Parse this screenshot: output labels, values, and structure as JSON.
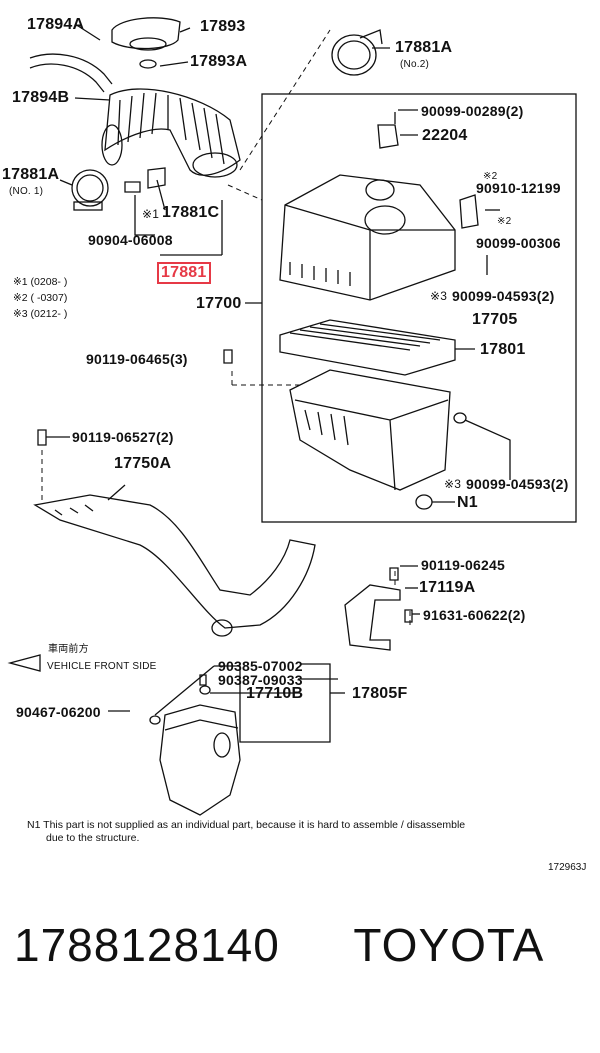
{
  "labels": {
    "p17894A": "17894A",
    "p17893": "17893",
    "p17893A": "17893A",
    "p17894B": "17894B",
    "p17881A_top": "17881A",
    "p17881A_top_sub": "(No.2)",
    "p17881A_left": "17881A",
    "p17881A_left_sub": "(NO. 1)",
    "p17881C": "17881C",
    "p17881C_mark": "※1",
    "p90904": "90904-06008",
    "p17881": "17881",
    "p90099_289": "90099-00289(2)",
    "p22204": "22204",
    "p90910_mark": "※2",
    "p90910": "90910-12199",
    "p90099_306": "90099-00306",
    "p90099_306_mark": "※2",
    "p17700": "17700",
    "p90099_4593a": "90099-04593(2)",
    "p90099_4593a_mark": "※3",
    "p17705": "17705",
    "p17801": "17801",
    "p90119_6465": "90119-06465(3)",
    "p90119_6527": "90119-06527(2)",
    "p17750A": "17750A",
    "p90099_4593b": "90099-04593(2)",
    "p90099_4593b_mark": "※3",
    "pN1": "N1",
    "p90119_6245": "90119-06245",
    "p17119A": "17119A",
    "p91631": "91631-60622(2)",
    "p90385": "90385-07002",
    "p90387": "90387-09033",
    "p17710B": "17710B",
    "p17805F": "17805F",
    "p90467": "90467-06200",
    "front_jp": "車両前方",
    "front_en": "VEHICLE FRONT SIDE",
    "diagram_code": "172963J"
  },
  "notes": {
    "n1": "※1 (0208-         )",
    "n2": "※2 (         -0307)",
    "n3": "※3 (0212-         )"
  },
  "footnote": {
    "line1": "N1  This part is not supplied as an individual part, because it is hard to assemble / disassemble",
    "line2": "due to the structure."
  },
  "footer": {
    "part_number": "1788128140",
    "brand": "TOYOTA"
  },
  "colors": {
    "highlight": "#e63946",
    "ink": "#111111"
  }
}
